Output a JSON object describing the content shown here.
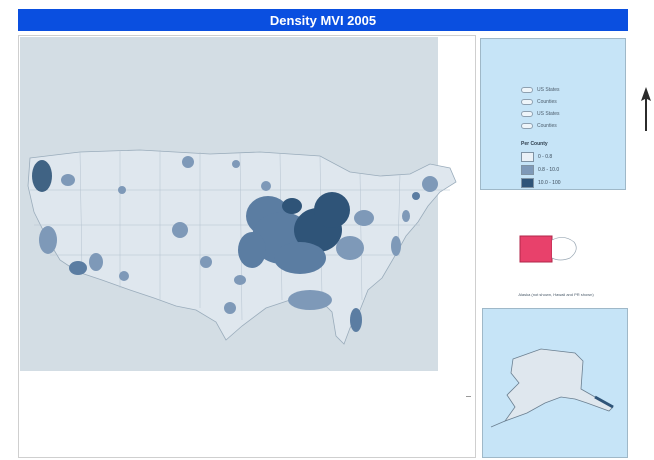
{
  "title": "Density MVI 2005",
  "legend": {
    "boundary_items": [
      "US States",
      "Counties",
      "US States",
      "Counties"
    ],
    "heading": "Per County",
    "classes": [
      {
        "label": "0 - 0.8",
        "color": "#eaf1f7"
      },
      {
        "label": "0.8 - 10.0",
        "color": "#7e99b8"
      },
      {
        "label": "10.0 - 100",
        "color": "#2f5478"
      }
    ]
  },
  "inset": {
    "caption": "Alaska (not shown, Hawaii and PR shown)"
  },
  "colors": {
    "title_bar": "#0a4fe0",
    "map_background": "#d3dde4",
    "panel_background": "#c6e4f7",
    "land": "#dfe7ee",
    "density_low": "#7e99b8",
    "density_mid": "#5b7da2",
    "density_high": "#2f5478",
    "scalebar": "#e8416b"
  },
  "icons": [
    "north-arrow-icon",
    "scale-bar-icon"
  ]
}
